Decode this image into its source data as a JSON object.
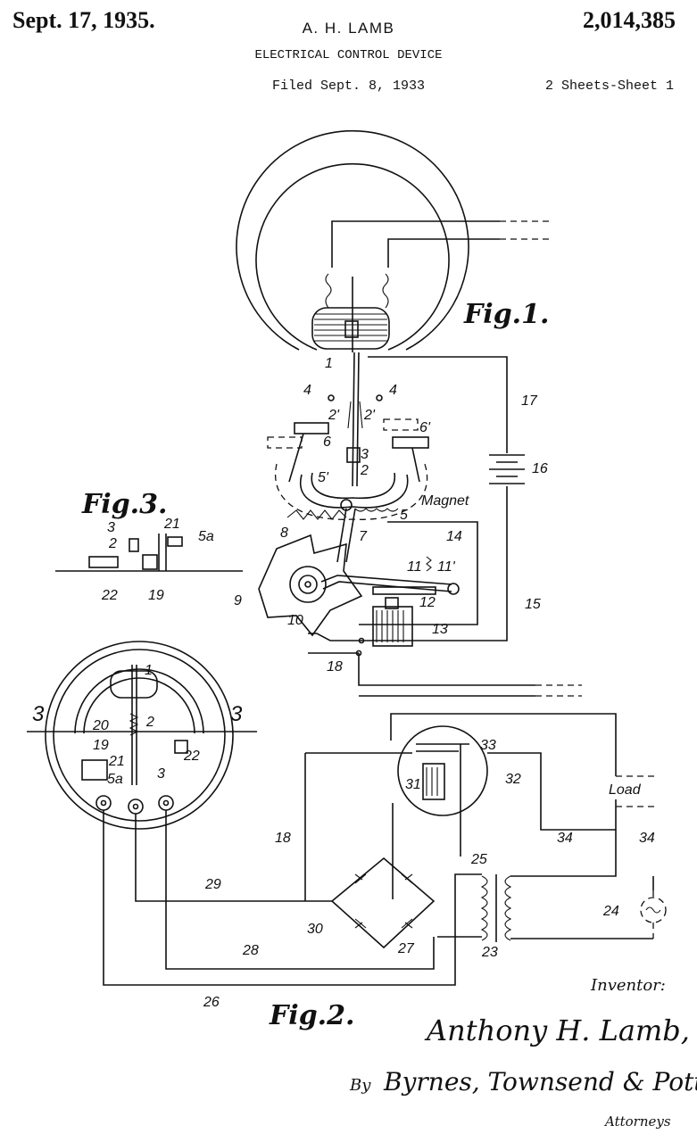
{
  "header": {
    "date": "Sept. 17, 1935.",
    "inventor_name": "A. H. LAMB",
    "patent_number": "2,014,385",
    "title": "ELECTRICAL CONTROL DEVICE",
    "filed": "Filed Sept. 8, 1933",
    "sheets": "2 Sheets-Sheet 1"
  },
  "figures": {
    "fig1": "Fig.1.",
    "fig2": "Fig.2.",
    "fig3": "Fig.3."
  },
  "labels": {
    "magnet": "Magnet",
    "load": "Load",
    "section_3": "3",
    "l1": "1",
    "l2": "2",
    "l2p": "2'",
    "l3": "3",
    "l4": "4",
    "l5": "5",
    "l5p": "5'",
    "l5a": "5a",
    "l6": "6",
    "l6p": "6'",
    "l7": "7",
    "l8": "8",
    "l9": "9",
    "l10": "10",
    "l11": "11",
    "l11p": "11'",
    "l12": "12",
    "l13": "13",
    "l14": "14",
    "l15": "15",
    "l16": "16",
    "l17": "17",
    "l18": "18",
    "l19": "19",
    "l20": "20",
    "l21": "21",
    "l22": "22",
    "l23": "23",
    "l24": "24",
    "l25": "25",
    "l26": "26",
    "l27": "27",
    "l28": "28",
    "l29": "29",
    "l30": "30",
    "l31": "31",
    "l32": "32",
    "l33": "33",
    "l34": "34"
  },
  "signature": {
    "inventor_label": "Inventor:",
    "inventor_signature": "Anthony H. Lamb,",
    "by": "By",
    "attorneys_signature": "Byrnes, Townsend & Potter,",
    "attorneys_label": "Attorneys"
  }
}
